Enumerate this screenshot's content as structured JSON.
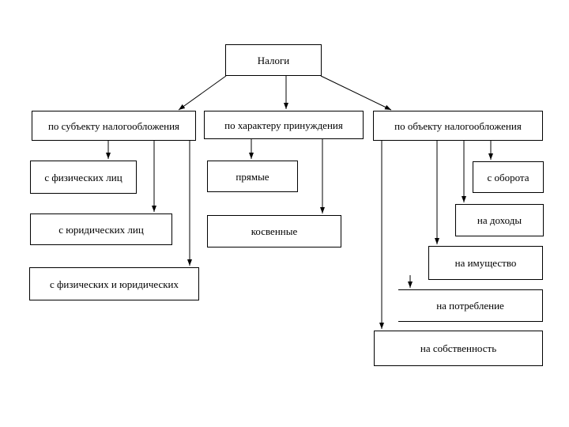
{
  "diagram": {
    "type": "tree-flowchart",
    "colors": {
      "background": "#ffffff",
      "box_fill": "#ffffff",
      "box_border": "#000000",
      "line": "#000000",
      "text": "#000000"
    },
    "nodes": {
      "root": "Налоги",
      "by_subject": "по субъекту налогообложения",
      "by_coercion": "по характеру принуждения",
      "by_object": "по объекту налогообложения",
      "individuals": "с физических лиц",
      "legal": "с юридических лиц",
      "both": "с физических и юридических",
      "direct": "прямые",
      "indirect": "косвенные",
      "turnover": "с оборота",
      "income": "на доходы",
      "property": "на имущество",
      "consumption": "на потребление",
      "ownership": "на собственность"
    },
    "edges": [
      [
        "root",
        "by_subject"
      ],
      [
        "root",
        "by_coercion"
      ],
      [
        "root",
        "by_object"
      ],
      [
        "by_subject",
        "individuals"
      ],
      [
        "by_subject",
        "legal"
      ],
      [
        "by_subject",
        "both"
      ],
      [
        "by_coercion",
        "direct"
      ],
      [
        "by_coercion",
        "indirect"
      ],
      [
        "by_object",
        "turnover"
      ],
      [
        "by_object",
        "income"
      ],
      [
        "by_object",
        "property"
      ],
      [
        "by_object",
        "consumption"
      ],
      [
        "by_object",
        "ownership"
      ]
    ]
  }
}
